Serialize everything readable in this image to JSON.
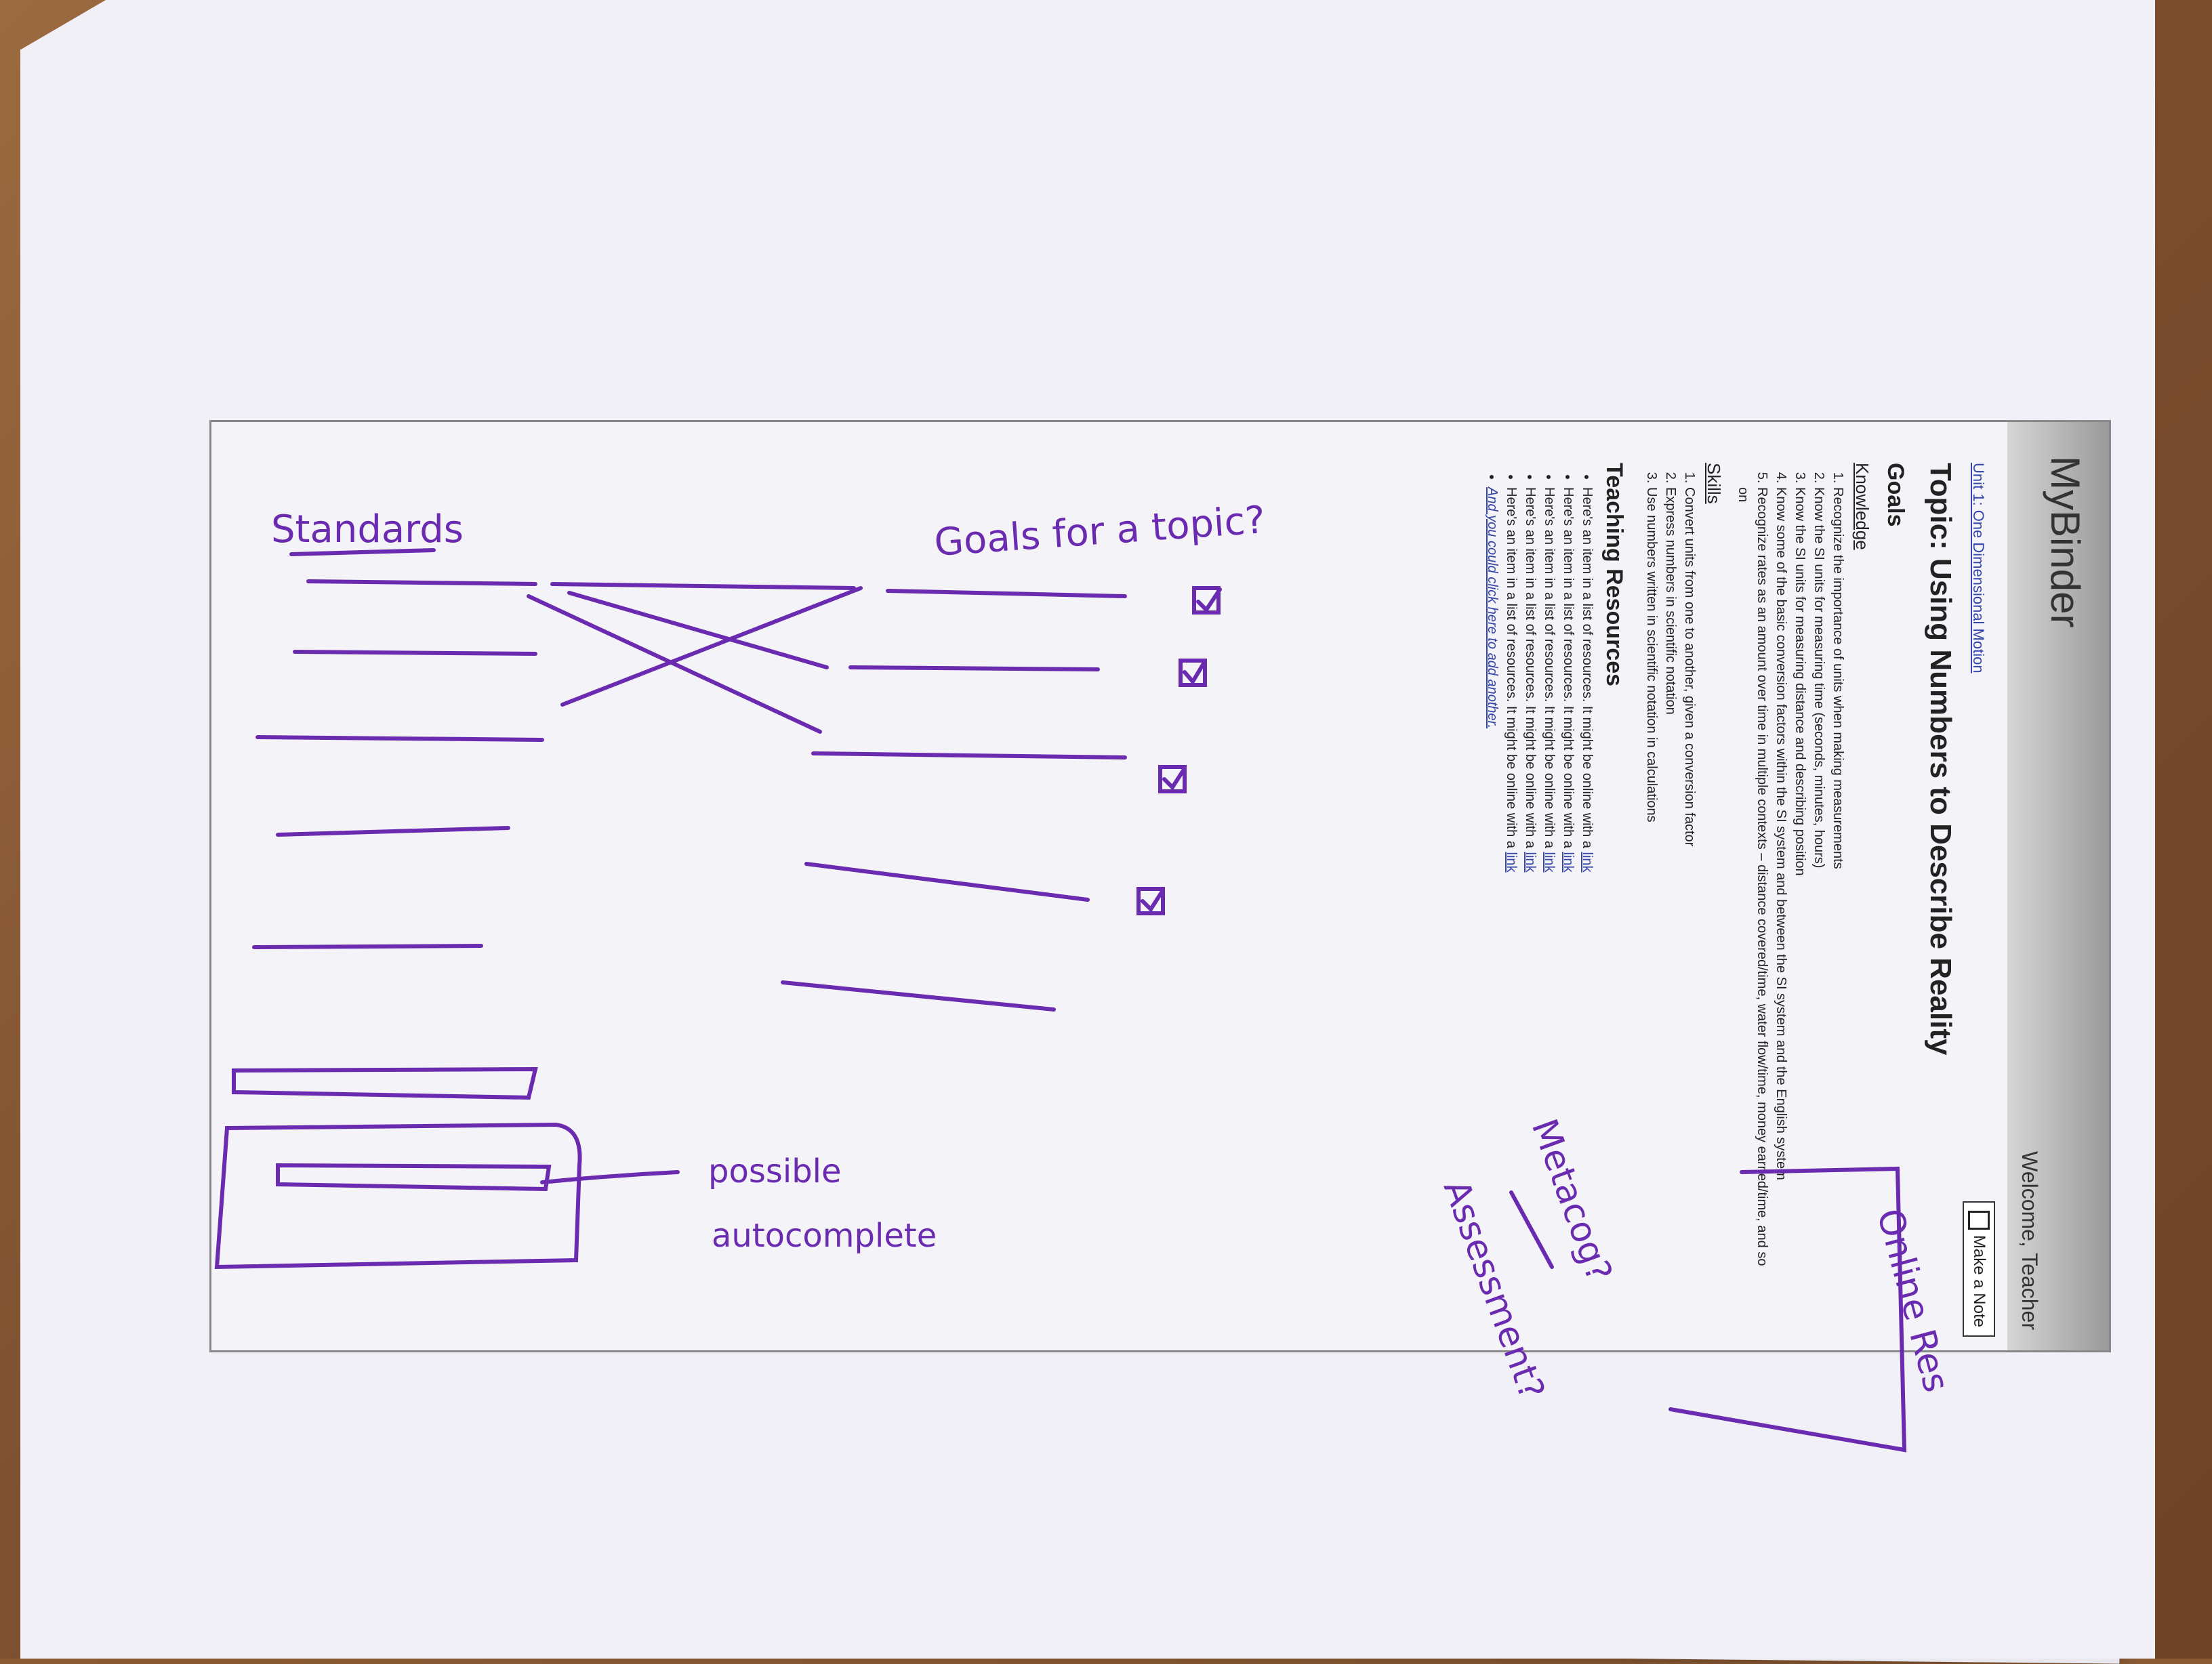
{
  "app": {
    "title": "MyBinder",
    "welcome": "Welcome, Teacher",
    "make_note_label": "Make a Note"
  },
  "breadcrumb": "Unit 1: One Dimensional Motion",
  "topic_title": "Topic: Using Numbers to Describe Reality",
  "goals": {
    "heading": "Goals",
    "knowledge_heading": "Knowledge",
    "knowledge_items": [
      "Recognize the importance of units when making measurements",
      "Know the SI units for measuring time (seconds, minutes, hours)",
      "Know the SI units for measuring distance and describing position",
      "Know some of the basic conversion factors within the SI system and between the SI system and the English system",
      "Recognize rates as an amount over time in multiple contexts – distance covered/time, water flow/time, money earned/time, and so on"
    ],
    "skills_heading": "Skills",
    "skills_items": [
      "Convert units from one to another, given a conversion factor",
      "Express numbers in scientific notation",
      "Use numbers written in scientific notation in calculations"
    ]
  },
  "resources": {
    "heading": "Teaching Resources",
    "item_text": "Here's an item in a list of resources. It might be online with a",
    "link_text": "link",
    "count": 5,
    "add_another": "And you could click here to add another."
  },
  "annotations": {
    "standards": "Standards",
    "goals_for_topic": "Goals for a topic?",
    "possible_autocomplete_1": "possible",
    "possible_autocomplete_2": "autocomplete",
    "metacog": "Metacog?",
    "assessment": "Assessment?",
    "online_res": "Online Res"
  },
  "colors": {
    "ink": "#6a2bb0",
    "link": "#3344aa",
    "header_gray": "#9a9a9a"
  }
}
